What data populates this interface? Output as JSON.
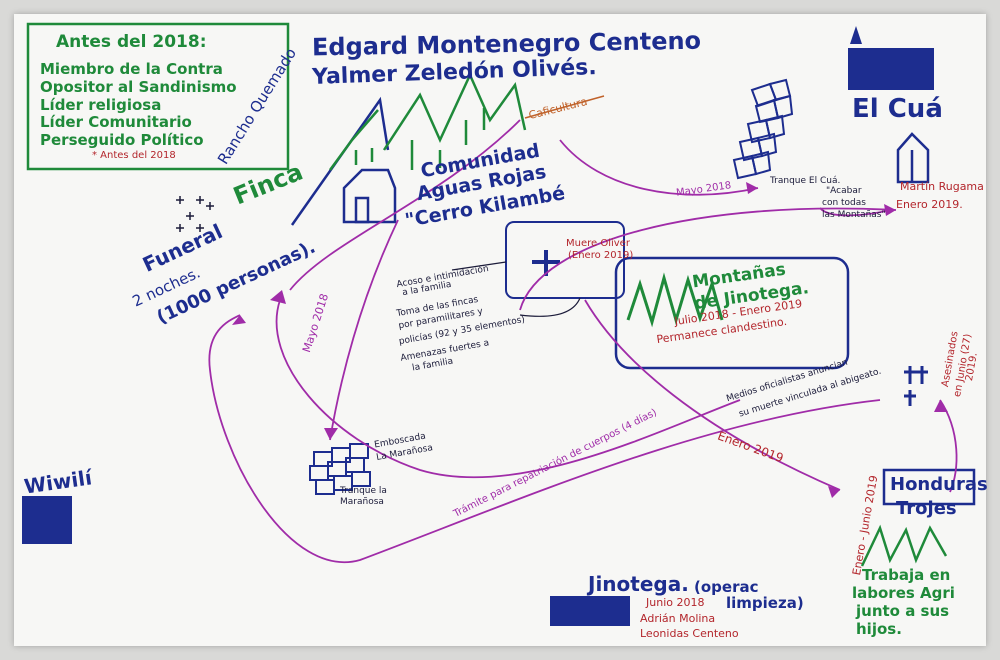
{
  "colors": {
    "paper": "#f7f7f5",
    "wall": "#d9d9d7",
    "blue_marker": "#1d2d8f",
    "green_marker": "#1f8a3a",
    "red_marker": "#b3262c",
    "purple_marker": "#a02ca8"
  },
  "header": {
    "line1": "Edgard Montenegro Centeno",
    "line2": "Yalmer Zeledón Olivés."
  },
  "antes_box": {
    "title": "Antes del 2018:",
    "items": [
      "Miembro de la Contra",
      "Opositor al Sandinismo",
      "Líder religiosa",
      "Líder Comunitario",
      "Perseguido Político"
    ],
    "note": "* Antes del 2018"
  },
  "finca": {
    "title": "Finca",
    "name": "Rancho Quemado",
    "funeral": "Funeral",
    "noches": "2 noches.",
    "personas": "(1000 personas)."
  },
  "comunidad": {
    "line1": "Comunidad",
    "line2": "Aguas Rojas",
    "line3": "\"Cerro Kilambé"
  },
  "caficultura": "Caficultura",
  "el_cua": {
    "title": "El Cuá",
    "tranque": "Tranque El Cuá.",
    "mayo": "Mayo 2018",
    "quote_lines": [
      "\"Acabar",
      "con todas",
      "las Montañas\""
    ],
    "martin": "Martín Rugama",
    "enero": "Enero 2019."
  },
  "oliver": {
    "label": "Muere Oliver",
    "date": "(Enero 2019)"
  },
  "acoso": {
    "items": [
      "Acoso e intimidación a la familia",
      "Toma de las fincas por paramilitares y policías (92 y 35 elementos)",
      "Amenazas fuertes a la familia"
    ],
    "item_lines": [
      [
        "Acoso e intimidación",
        "a la familia"
      ],
      [
        "Toma de las fincas",
        "por paramilitares y",
        "policías (92 y 35 elementos)"
      ],
      [
        "Amenazas fuertes a",
        "la familia"
      ]
    ]
  },
  "montanas": {
    "line1": "Montañas",
    "line2": "de Jinotega.",
    "date": "Julio 2018 - Enero 2019",
    "status": "Permanece clandestino."
  },
  "mayo_left": "Mayo 2018",
  "tranque_maranosa": {
    "label_lines": [
      "Tranque la",
      "Marañosa"
    ],
    "emboscada_lines": [
      "Emboscada",
      "La Marañosa"
    ]
  },
  "medios": {
    "line1": "Medios oficialistas anuncian",
    "line2": "su muerte vinculada al abigeato."
  },
  "tramite": "Trámite para repatriación de cuerpos (4 días)",
  "enero_mid": "Enero 2019",
  "asesinados": {
    "line1": "Asesinados",
    "line2": "en Junio (27)",
    "line3": "2019."
  },
  "honduras": {
    "country": "Honduras",
    "place": "Trojes",
    "period": "Enero - Junio 2019",
    "work": [
      "Trabaja en",
      "labores Agri",
      "junto a sus",
      "hijos."
    ]
  },
  "wiwili": "Wiwilí",
  "jinotega": {
    "title": "Jinotega.",
    "operacion": "(operac",
    "limpieza": "limpieza)",
    "junio": "Junio 2018",
    "adrian": "Adrián Molina",
    "leonidas": "Leonidas Centeno"
  },
  "icons": [
    "house-icon",
    "cross-icon",
    "tree-icon",
    "mountain-icon",
    "flag-icon",
    "arrow-icon"
  ]
}
